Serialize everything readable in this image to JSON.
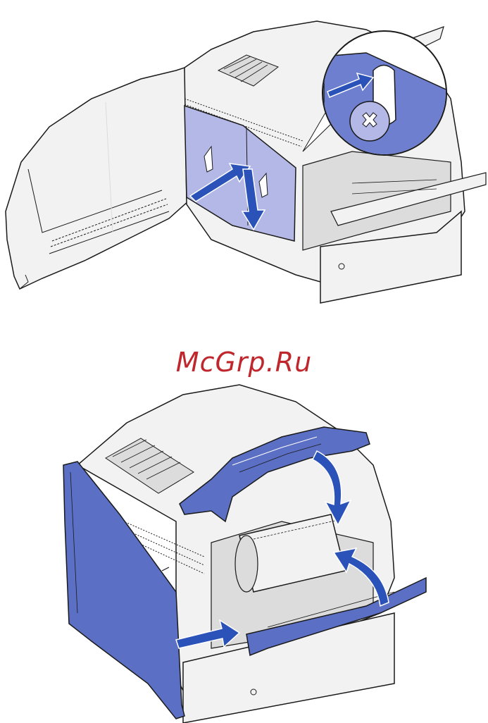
{
  "watermark": {
    "text": "McGrp.Ru",
    "color": "#c0272d"
  },
  "colors": {
    "outline": "#1a1a1a",
    "printer_body": "#f2f2f2",
    "printer_shade": "#dcdcdc",
    "highlight_panel": "#b4b8e6",
    "accent_blue": "#5b6fc4",
    "arrow_blue": "#2a52b8",
    "zoom_fill": "#6f7fd0"
  },
  "figures": [
    {
      "name": "remove-fuser-cover-step",
      "icons": [
        "open-side-door-icon",
        "fuser-cover-panel-icon",
        "screw-zoom-callout-icon",
        "direction-arrow-icon"
      ]
    },
    {
      "name": "close-covers-step",
      "icons": [
        "blue-side-door-icon",
        "top-cover-icon",
        "toner-cartridge-icon",
        "direction-arrow-icon"
      ]
    }
  ]
}
